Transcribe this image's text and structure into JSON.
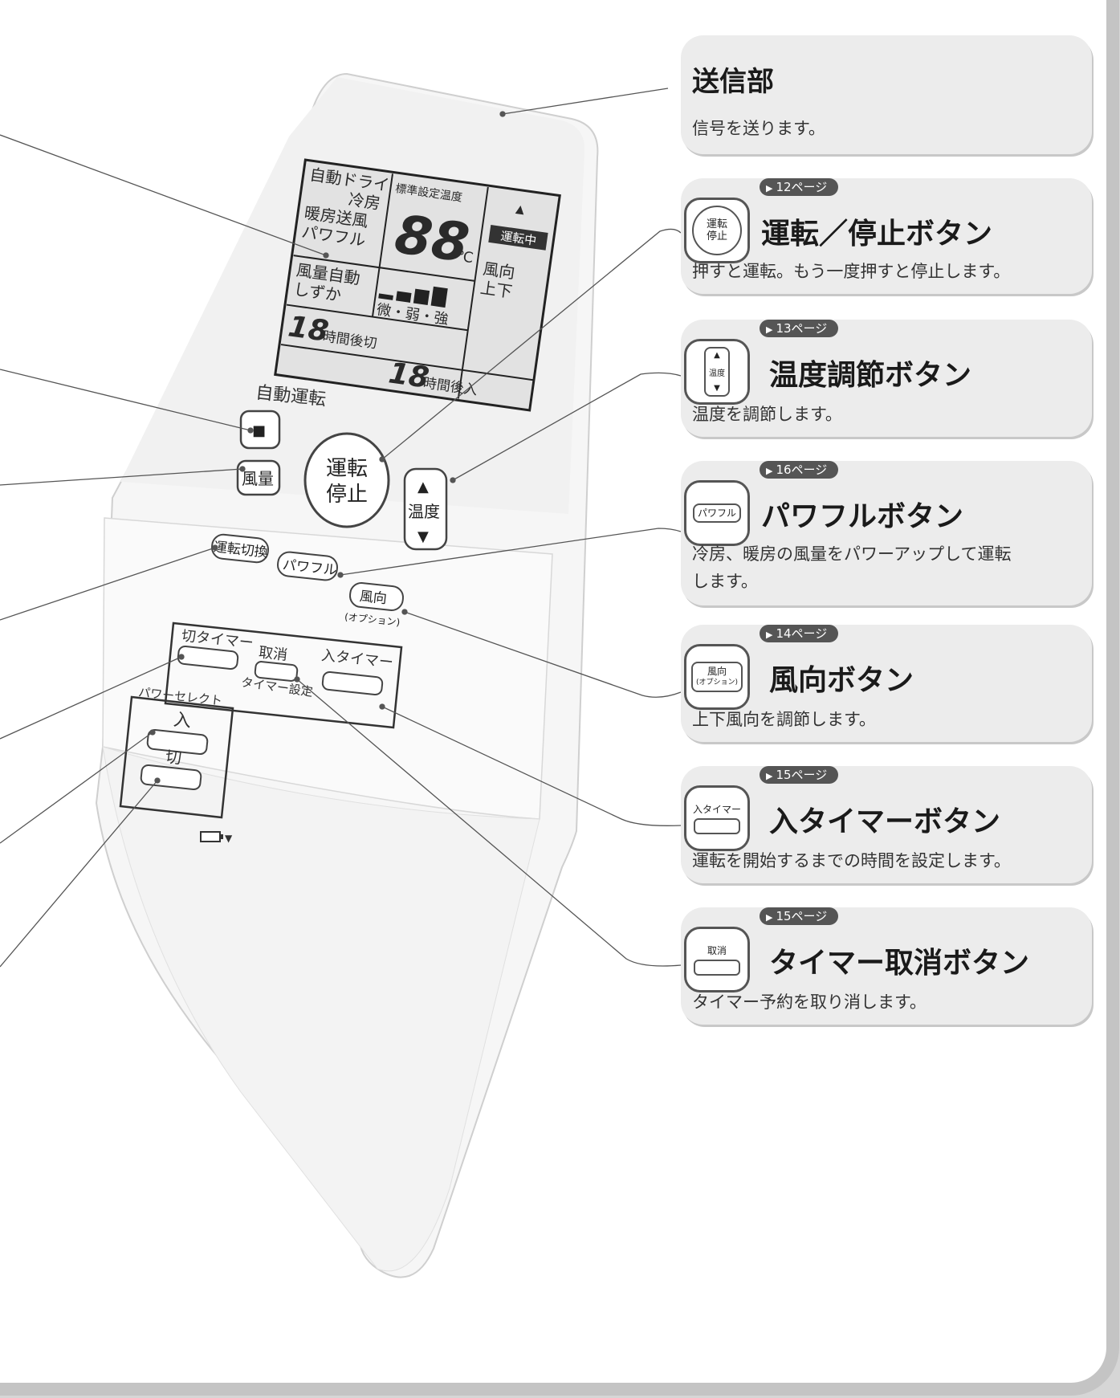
{
  "remote": {
    "lcd": {
      "mode_line1": "自動ドライ",
      "mode_line2": "冷房",
      "mode_line3": "暖房送風",
      "mode_line4": "パワフル",
      "temp_label": "標準設定温度",
      "temp_digits": "88",
      "temp_unit": "℃",
      "up_arrow": "▲",
      "running_badge": "運転中",
      "dir_line1": "風向",
      "dir_line2": "上下",
      "fan_line1": "風量自動",
      "fan_line2": "しずか",
      "fan_levels": "微・弱・強",
      "timer_off_digits": "18",
      "timer_off_label": "時間後切",
      "timer_on_digits": "18",
      "timer_on_label": "時間後入"
    },
    "auto_label": "自動運転",
    "auto_button_mark": "■",
    "fan_button": "風量",
    "power_button_line1": "運転",
    "power_button_line2": "停止",
    "temp_up": "▲",
    "temp_label": "温度",
    "temp_down": "▼",
    "mode_switch": "運転切換",
    "powerful": "パワフル",
    "direction": "風向",
    "option": "(オプション)",
    "off_timer": "切タイマー",
    "cancel": "取消",
    "on_timer": "入タイマー",
    "timer_setting": "タイマー設定",
    "power_select": "パワーセレクト",
    "ps_on": "入",
    "ps_off": "切",
    "battery_mark": "▼"
  },
  "cards": [
    {
      "title": "送信部",
      "desc": "信号を送ります。"
    },
    {
      "ref": "12ページ",
      "title": "運転／停止ボタン",
      "desc": "押すと運転。もう一度押すと停止します。",
      "icon_line1": "運転",
      "icon_line2": "停止"
    },
    {
      "ref": "13ページ",
      "title": "温度調節ボタン",
      "desc": "温度を調節します。",
      "icon_up": "▲",
      "icon_mid": "温度",
      "icon_down": "▼"
    },
    {
      "ref": "16ページ",
      "title": "パワフルボタン",
      "desc_line1": "冷房、暖房の風量をパワーアップして運転",
      "desc_line2": "します。",
      "icon_label": "パワフル"
    },
    {
      "ref": "14ページ",
      "title": "風向ボタン",
      "desc": "上下風向を調節します。",
      "icon_line1": "風向",
      "icon_line2": "(オプション)"
    },
    {
      "ref": "15ページ",
      "title": "入タイマーボタン",
      "desc": "運転を開始するまでの時間を設定します。",
      "icon_label": "入タイマー"
    },
    {
      "ref": "15ページ",
      "title": "タイマー取消ボタン",
      "desc": "タイマー予約を取り消します。",
      "icon_label": "取消"
    }
  ]
}
